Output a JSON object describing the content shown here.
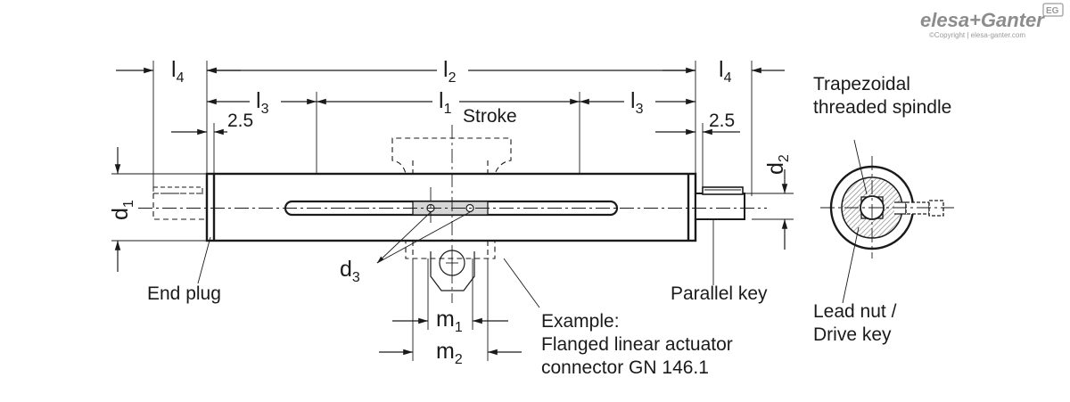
{
  "logo": {
    "brand": "elesa+Ganter",
    "badge": "EG",
    "copyright": "©Copyright | elesa-ganter.com"
  },
  "dimensions": {
    "l4": "l",
    "l4_sub": "4",
    "l2": "l",
    "l2_sub": "2",
    "l3": "l",
    "l3_sub": "3",
    "l1": "l",
    "l1_sub": "1",
    "gap": "2.5",
    "d1": "d",
    "d1_sub": "1",
    "d2": "d",
    "d2_sub": "2",
    "d3": "d",
    "d3_sub": "3",
    "m1": "m",
    "m1_sub": "1",
    "m2": "m",
    "m2_sub": "2"
  },
  "labels": {
    "stroke": "Stroke",
    "end_plug": "End plug",
    "parallel_key": "Parallel key",
    "example_line1": "Example:",
    "example_line2": "Flanged linear actuator",
    "example_line3": "connector GN 146.1",
    "trapezoidal_line1": "Trapezoidal",
    "trapezoidal_line2": "threaded spindle",
    "lead_nut_line1": "Lead nut /",
    "lead_nut_line2": "Drive key"
  }
}
